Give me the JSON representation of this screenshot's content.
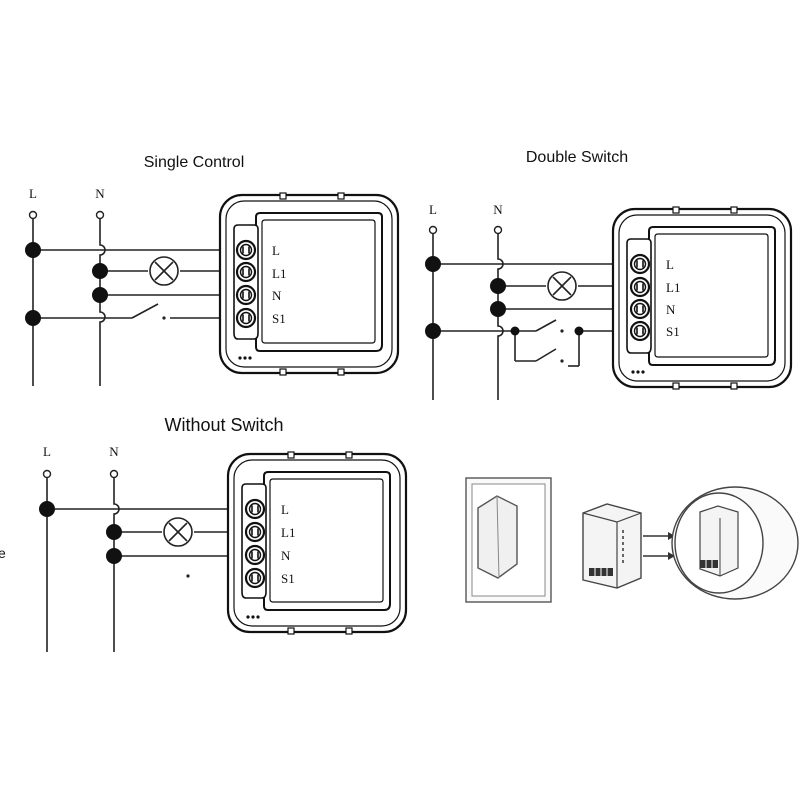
{
  "diagrams": {
    "single": {
      "title": "Single Control",
      "line_label": "L",
      "neutral_label": "N",
      "terminals": [
        "L",
        "L1",
        "N",
        "S1"
      ]
    },
    "double": {
      "title": "Double Switch",
      "line_label": "L",
      "neutral_label": "N",
      "terminals": [
        "L",
        "L1",
        "N",
        "S1"
      ]
    },
    "noswitch": {
      "title": "Without Switch",
      "line_label": "L",
      "neutral_label": "N",
      "terminals": [
        "L",
        "L1",
        "N",
        "S1"
      ]
    }
  },
  "edge_text": "e",
  "colors": {
    "line": "#222222",
    "background": "#ffffff",
    "device_fill": "#f4f4f4",
    "switch_plate": "#eaeaea"
  },
  "icons": [
    "lamp-icon",
    "switch-icon",
    "module-icon",
    "wall-box-icon",
    "terminal-screw-icon"
  ]
}
